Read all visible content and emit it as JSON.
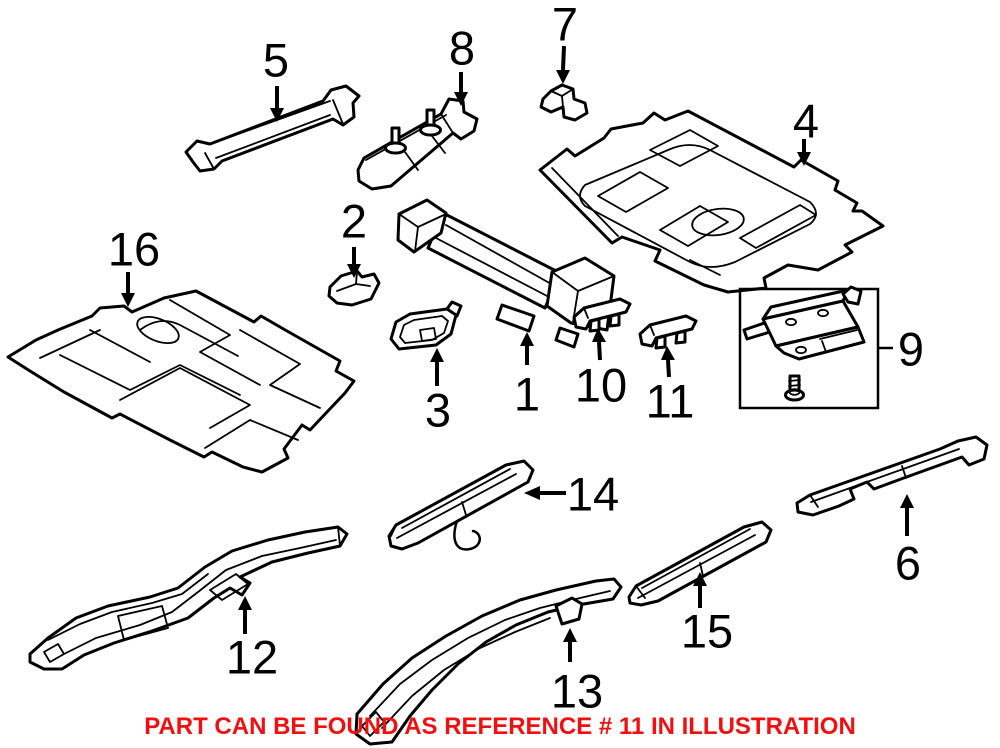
{
  "diagram": {
    "description": "exploded line-art illustration of floor pan and rail parts",
    "callout_labels": [
      "1",
      "2",
      "3",
      "4",
      "5",
      "6",
      "7",
      "8",
      "9",
      "10",
      "11",
      "12",
      "13",
      "14",
      "15",
      "16"
    ]
  },
  "note": {
    "text": "PART CAN BE FOUND AS REFERENCE # 11 IN ILLUSTRATION",
    "color": "#f01010"
  },
  "colors": {
    "background": "#ffffff",
    "line_art": "#000000"
  }
}
